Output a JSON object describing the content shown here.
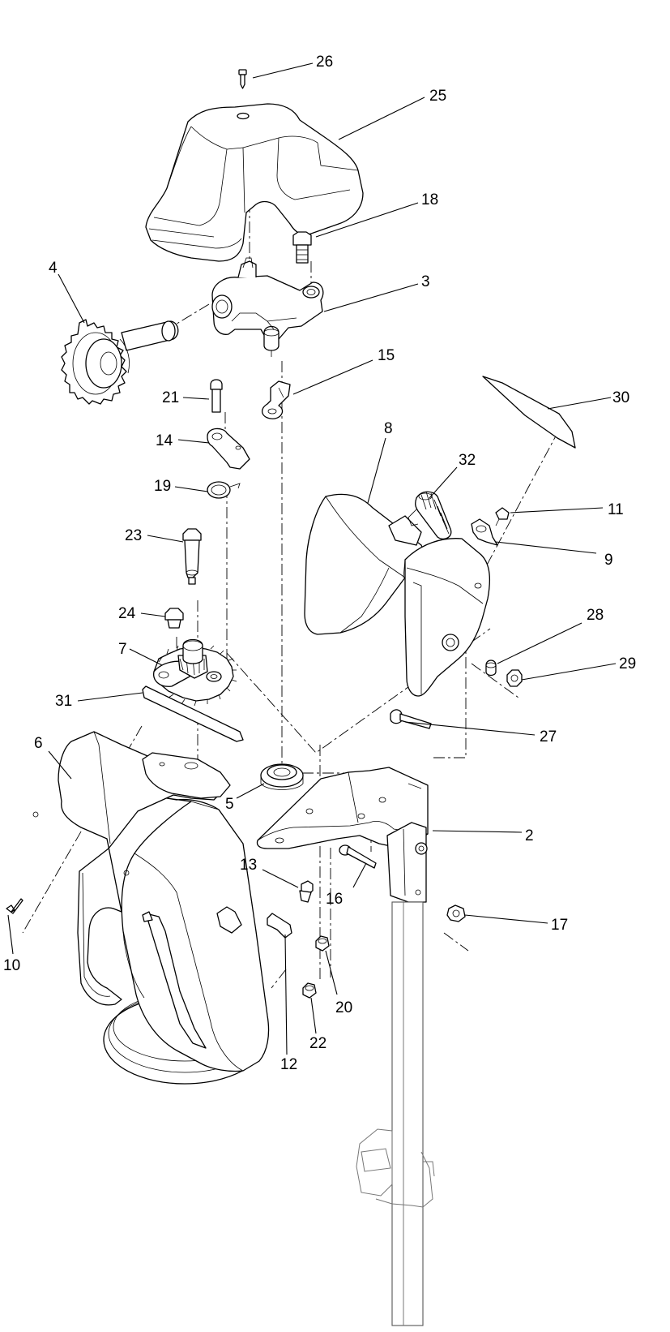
{
  "callouts": {
    "c2": "2",
    "c3": "3",
    "c4": "4",
    "c5": "5",
    "c6": "6",
    "c7": "7",
    "c8": "8",
    "c9": "9",
    "c10": "10",
    "c11": "11",
    "c12": "12",
    "c13": "13",
    "c14": "14",
    "c15": "15",
    "c16": "16",
    "c17": "17",
    "c18": "18",
    "c19": "19",
    "c20": "20",
    "c21": "21",
    "c22": "22",
    "c23": "23",
    "c24": "24",
    "c25": "25",
    "c26": "26",
    "c27": "27",
    "c28": "28",
    "c29": "29",
    "c30": "30",
    "c31": "31",
    "c32": "32"
  }
}
